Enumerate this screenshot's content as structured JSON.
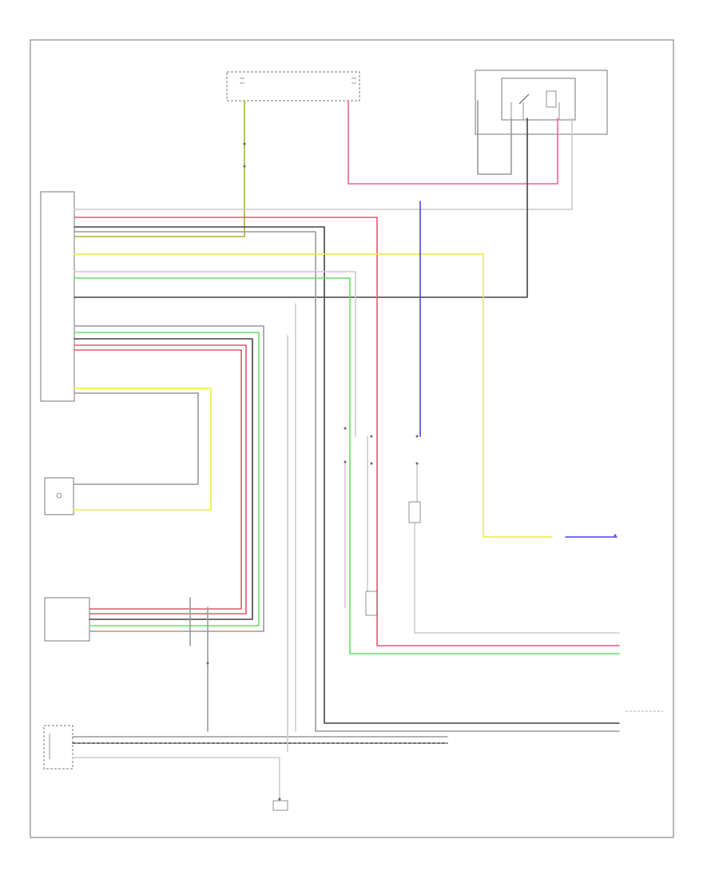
{
  "page_label": "",
  "colors": {
    "red": "#e8556a",
    "pink": "#f06292",
    "yellow": "#ecec30",
    "green": "#66dd66",
    "blue": "#4444ee",
    "black": "#444444",
    "gray": "#999999",
    "lightgray": "#cccccc",
    "olive": "#a7b030"
  },
  "components": [
    {
      "id": "ecm",
      "title": "",
      "pins": []
    },
    {
      "id": "accel-pedal-sensor",
      "title": ""
    },
    {
      "id": "powertrain-ecm",
      "title": ""
    },
    {
      "id": "eps-ecu",
      "title": ""
    },
    {
      "id": "main-relay",
      "title": ""
    },
    {
      "id": "fuse-top-left",
      "title": ""
    },
    {
      "id": "fuse-top-mid",
      "title": ""
    },
    {
      "id": "fuse-top-right",
      "title": ""
    },
    {
      "id": "junction-left",
      "title": ""
    },
    {
      "id": "junction-right",
      "title": ""
    },
    {
      "id": "ground-bottom",
      "title": ""
    },
    {
      "id": "instrument-cluster",
      "title": ""
    },
    {
      "id": "dlc",
      "title": ""
    },
    {
      "id": "abs-ecu",
      "title": ""
    }
  ]
}
